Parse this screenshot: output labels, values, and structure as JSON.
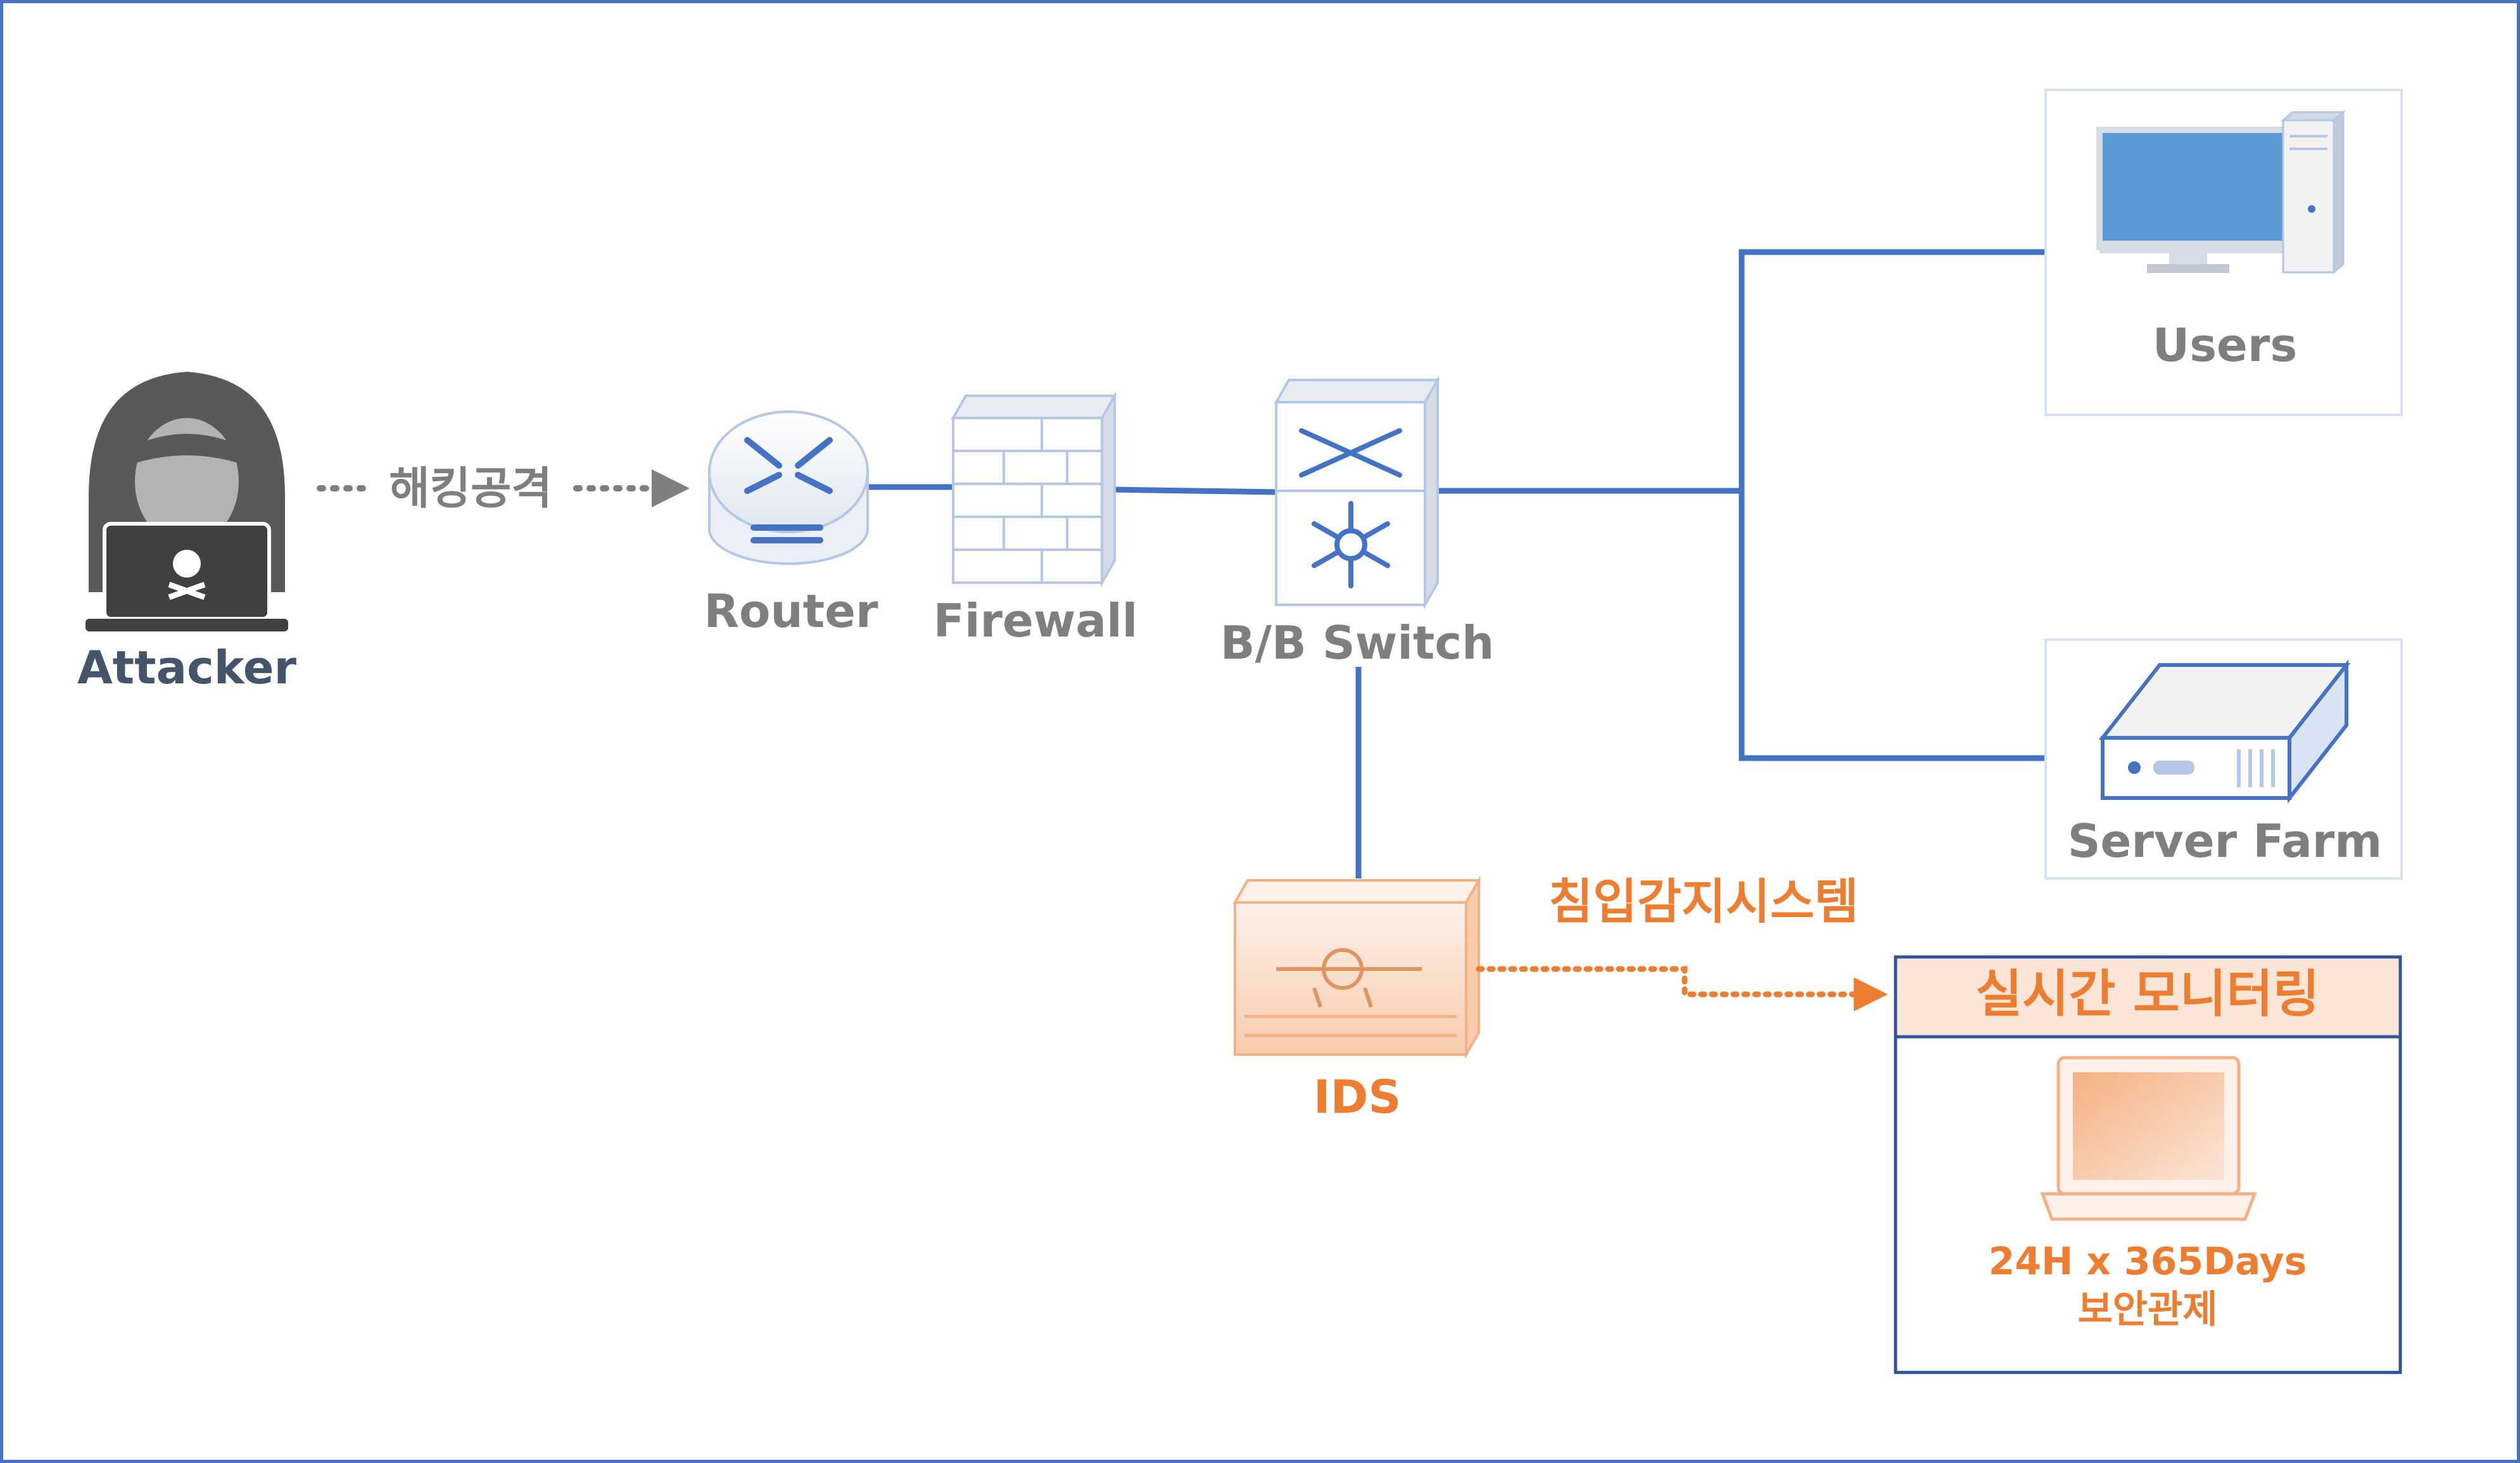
{
  "colors": {
    "link_line": "#4472c4",
    "label_gray": "#7f7f7f",
    "attacker_text": "#44546a",
    "ids_orange": "#ed7d31",
    "box_border": "#d9e2f3",
    "monitor_border": "#2f5597",
    "monitor_header_bg": "#fbe5d6",
    "monitor_header_text": "#ed7d31"
  },
  "nodes": {
    "attacker": {
      "label": "Attacker",
      "icon": "hacker-laptop-icon"
    },
    "router": {
      "label": "Router",
      "icon": "router-icon"
    },
    "firewall": {
      "label": "Firewall",
      "icon": "brick-wall-icon"
    },
    "switch": {
      "label": "B/B Switch",
      "icon": "layer3-switch-icon"
    },
    "users": {
      "label": "Users",
      "icon": "desktop-pc-icon"
    },
    "server_farm": {
      "label": "Server Farm",
      "icon": "server-icon"
    },
    "ids": {
      "label": "IDS",
      "icon": "ids-appliance-icon"
    }
  },
  "edges": {
    "attack_label": "해킹공격",
    "ids_caption": "침입감지시스템"
  },
  "monitoring": {
    "title": "실시간 모니터링",
    "line1": "24H x 365Days",
    "line2": "보안관제",
    "icon": "laptop-icon"
  }
}
